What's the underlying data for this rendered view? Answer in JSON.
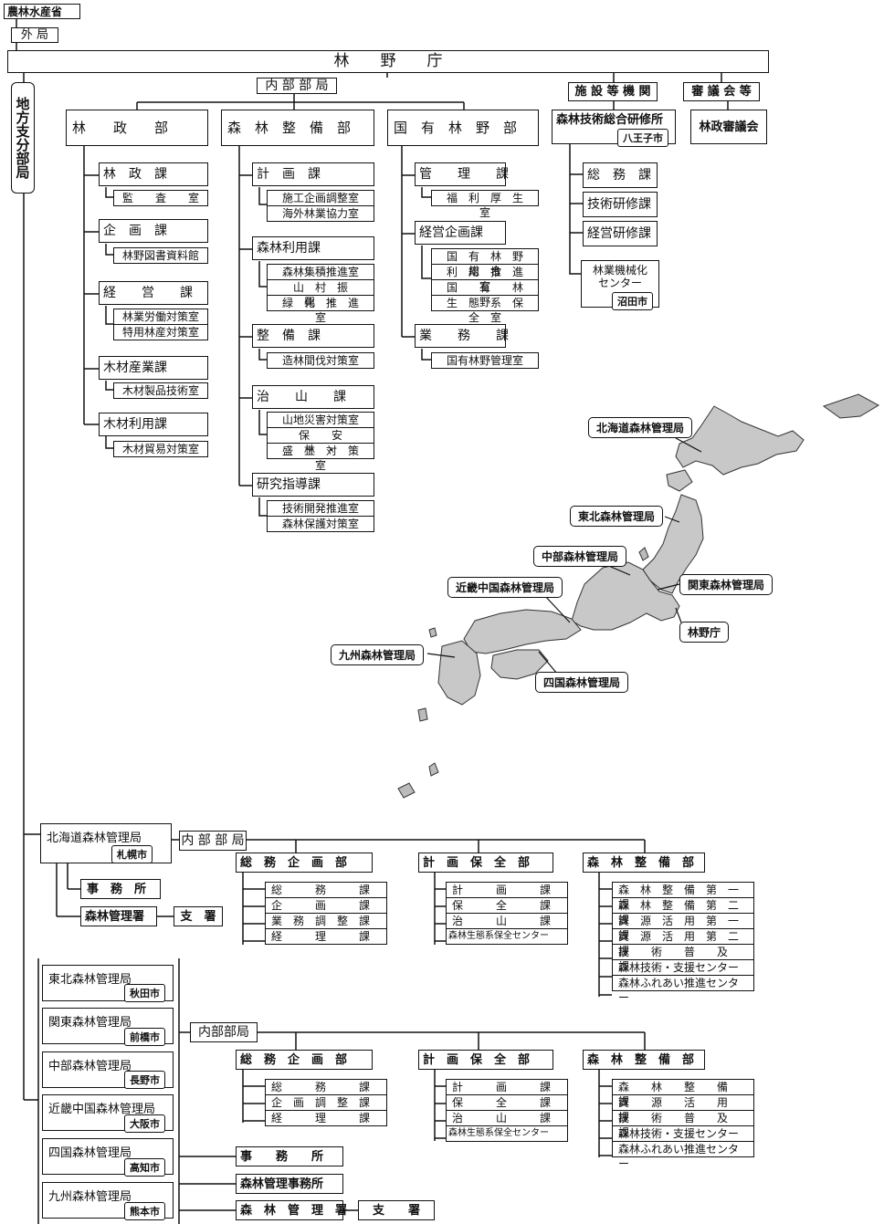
{
  "ministry": "農林水産省",
  "external": "外 局",
  "agency": "林　　野　　庁",
  "hq_internal": "内 部 部 局",
  "facilities": "施 設 等 機 関",
  "councils": "審 議 会 等",
  "regional": "地方支分部局",
  "depts": {
    "seisaku": "林　　政　　部",
    "seibi": "森　林　整　備　部",
    "kokuyu": "国　有　林　野　部"
  },
  "training": {
    "name": "森林技術総合研修所",
    "city": "八王子市",
    "divisions": [
      "総　務　課",
      "技術研修課",
      "経営研修課"
    ],
    "center_l1": "林業機械化",
    "center_l2": "センター",
    "center_city": "沼田市"
  },
  "council": "林政審議会",
  "seisaku_divs": [
    {
      "name": "林　政　課",
      "rooms": [
        "監　　査　　室"
      ]
    },
    {
      "name": "企　画　課",
      "rooms": [
        "林野図書資料館"
      ]
    },
    {
      "name": "経　　営　　課",
      "rooms": [
        "林業労働対策室",
        "特用林産対策室"
      ]
    },
    {
      "name": "木材産業課",
      "rooms": [
        "木材製品技術室"
      ]
    },
    {
      "name": "木材利用課",
      "rooms": [
        "木材貿易対策室"
      ]
    }
  ],
  "seibi_divs": [
    {
      "name": "計　画　課",
      "rooms": [
        "施工企画調整室",
        "海外林業協力室"
      ]
    },
    {
      "name": "森林利用課",
      "rooms": [
        "森林集積推進室",
        "山　村　振　興　・",
        "緑　化　推　進　室"
      ]
    },
    {
      "name": "整　備　課",
      "rooms": [
        "造林間伐対策室"
      ]
    },
    {
      "name": "治　　山　　課",
      "rooms": [
        "山地災害対策室",
        "保　　安　　林　・",
        "盛　土　対　策　室"
      ]
    },
    {
      "name": "研究指導課",
      "rooms": [
        "技術開発推進室",
        "森林保護対策室"
      ]
    }
  ],
  "kokuyu_divs": [
    {
      "name": "管　　理　　課",
      "rooms": [
        "福　利　厚　生　室"
      ]
    },
    {
      "name": "経営企画課",
      "rooms": [
        "国　有　林　野　総　合",
        "利　用　推　進　室",
        "国　　有　　林　　野",
        "生　態　系　保　全　室"
      ]
    },
    {
      "name": "業　　務　　課",
      "rooms": [
        "国有林野管理室"
      ]
    }
  ],
  "map_labels": {
    "hokkaido": "北海道森林管理局",
    "tohoku": "東北森林管理局",
    "chubu": "中部森林管理局",
    "kinki": "近畿中国森林管理局",
    "kanto": "関東森林管理局",
    "rinya": "林野庁",
    "kyushu": "九州森林管理局",
    "shikoku": "四国森林管理局"
  },
  "hokkaido_bureau": {
    "name": "北海道森林管理局",
    "city": "札幌市",
    "internal": "内 部 部 局",
    "office": "事　務　所",
    "management": "森林管理署",
    "branch": "支　署",
    "d1": {
      "name": "総　務　企　画　部",
      "divs": [
        "総　　　務　　　課",
        "企　　　画　　　課",
        "業　務　調　整　課",
        "経　　　理　　　課"
      ]
    },
    "d2": {
      "name": "計　画　保　全　部",
      "divs": [
        "計　　　画　　　課",
        "保　　　全　　　課",
        "治　　　山　　　課",
        "森林生態系保全センター"
      ]
    },
    "d3": {
      "name": "森　林　整　備　部",
      "divs": [
        "森　林　整　備　第　一　課",
        "森　林　整　備　第　二　課",
        "資　源　活　用　第　一　課",
        "資　源　活　用　第　二　課",
        "技　　術　　普　　及　　課",
        "森林技術・支援センター",
        "森林ふれあい推進センター"
      ]
    }
  },
  "other_bureaus": [
    {
      "name": "東北森林管理局",
      "city": "秋田市"
    },
    {
      "name": "関東森林管理局",
      "city": "前橋市"
    },
    {
      "name": "中部森林管理局",
      "city": "長野市"
    },
    {
      "name": "近畿中国森林管理局",
      "city": "大阪市"
    },
    {
      "name": "四国森林管理局",
      "city": "高知市"
    },
    {
      "name": "九州森林管理局",
      "city": "熊本市"
    }
  ],
  "other_internal": "内部部局",
  "other_office": "事　　務　　所",
  "other_office2": "森林管理事務所",
  "other_management": "森　林　管　理　署",
  "other_branch": "支　　署",
  "o1": {
    "name": "総　務　企　画　部",
    "divs": [
      "総　　　務　　　課",
      "企　画　調　整　課",
      "経　　　理　　　課"
    ]
  },
  "o2": {
    "name": "計　画　保　全　部",
    "divs": [
      "計　　　画　　　課",
      "保　　　全　　　課",
      "治　　　山　　　課",
      "森林生態系保全センター"
    ]
  },
  "o3": {
    "name": "森　林　整　備　部",
    "divs": [
      "森　　林　　整　　備　　課",
      "資　　源　　活　　用　　課",
      "技　　術　　普　　及　　課",
      "森林技術・支援センター",
      "森林ふれあい推進センター"
    ]
  }
}
